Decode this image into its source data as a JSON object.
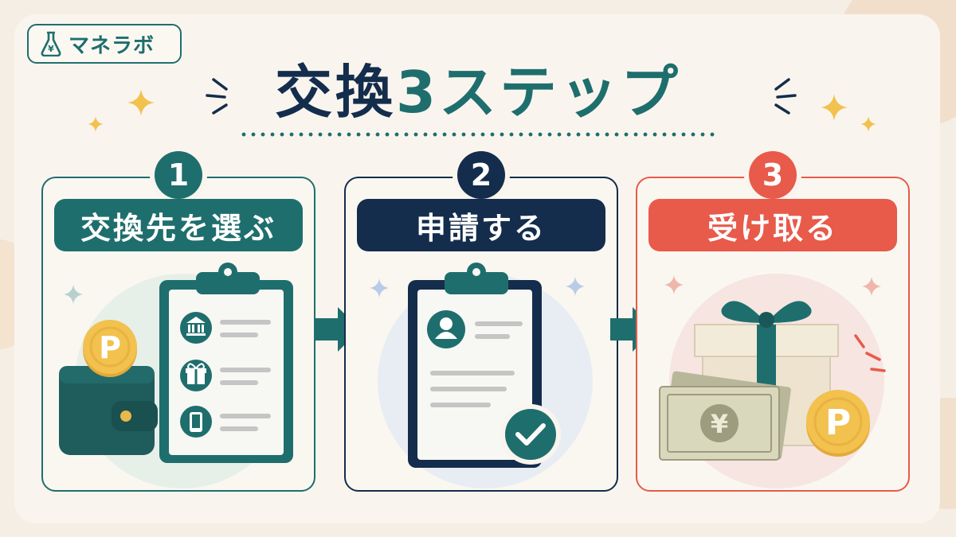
{
  "logo": {
    "text": "マネラボ",
    "icon": "flask-yen-icon"
  },
  "title": {
    "part1": "交換",
    "part2": "3ステップ"
  },
  "colors": {
    "teal": "#1f6e6e",
    "navy": "#142d4c",
    "coral": "#e85a4a",
    "gold": "#f2c14e",
    "cream": "#f9f5ee"
  },
  "steps": [
    {
      "number": "1",
      "label": "交換先を選ぶ",
      "icons": [
        "wallet-icon",
        "point-coin-icon",
        "clipboard-icon",
        "bank-icon",
        "gift-icon",
        "smartphone-icon"
      ]
    },
    {
      "number": "2",
      "label": "申請する",
      "icons": [
        "clipboard-icon",
        "user-icon",
        "check-icon"
      ]
    },
    {
      "number": "3",
      "label": "受け取る",
      "icons": [
        "gift-box-icon",
        "yen-banknote-icon",
        "point-coin-icon"
      ]
    }
  ],
  "coin_letter": "P",
  "banknote_symbol": "¥"
}
